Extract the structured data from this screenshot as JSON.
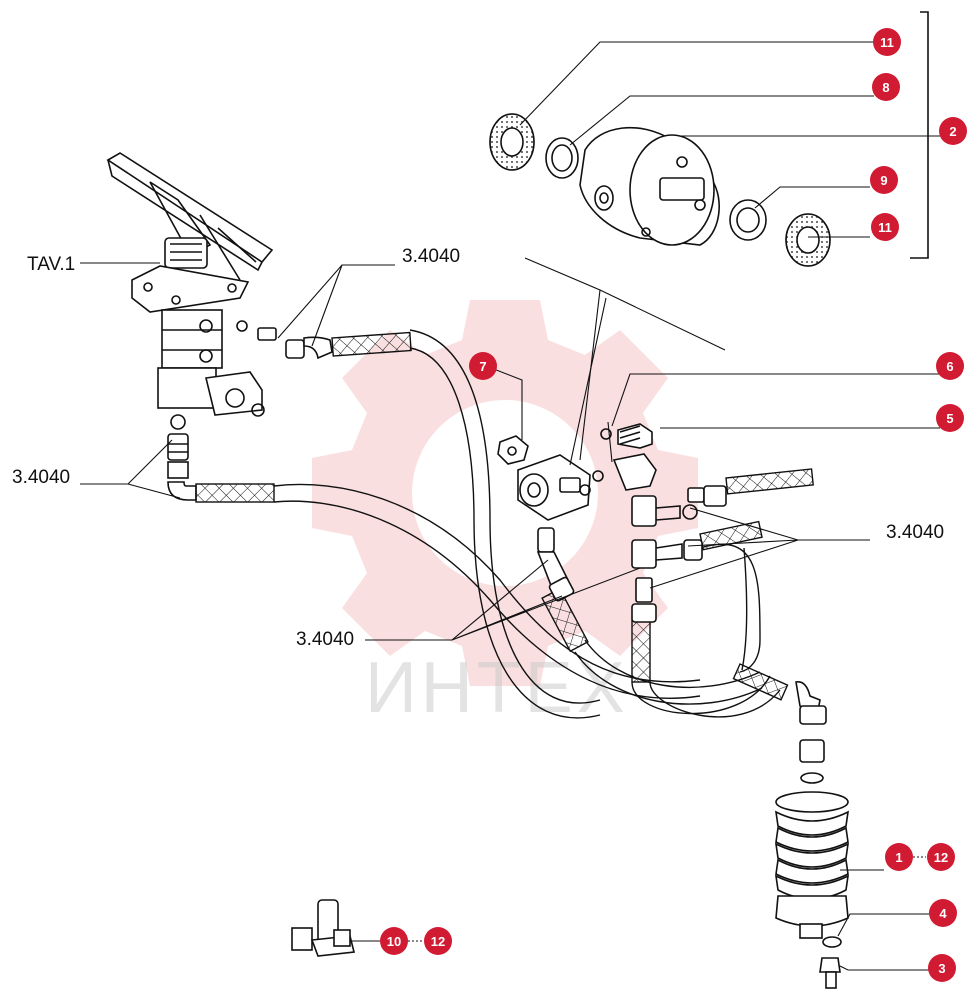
{
  "labels": {
    "tav": "TAV.1",
    "code_top": "3.4040",
    "code_left": "3.4040",
    "code_center": "3.4040",
    "code_right": "3.4040"
  },
  "watermark": {
    "text": "ИНТЕХ",
    "color": "#e23a44"
  },
  "callouts": {
    "b11_top": "11",
    "b8": "8",
    "b2": "2",
    "b9": "9",
    "b11_mid": "11",
    "b7": "7",
    "b6": "6",
    "b5": "5",
    "b1": "1",
    "b12_right": "12",
    "b4": "4",
    "b3": "3",
    "b10": "10",
    "b12_bottom": "12"
  },
  "colors": {
    "badge": "#d11b33",
    "line": "#111111"
  }
}
